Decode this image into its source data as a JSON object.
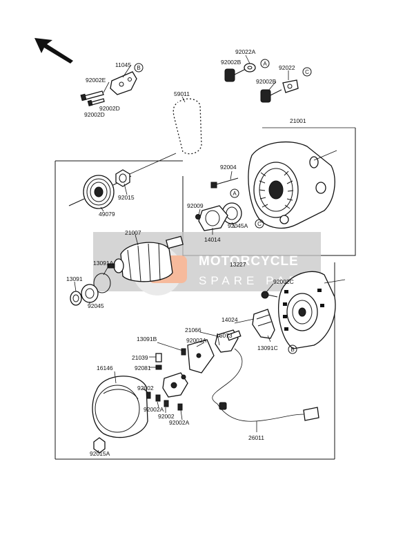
{
  "watermark": {
    "line1": "MOTORCYCLE",
    "line2": "SPARE PARTS"
  },
  "callouts": {
    "A": "A",
    "B": "B",
    "C": "C"
  },
  "parts": {
    "p11045": "11045",
    "p92002E": "92002E",
    "p92002D_a": "92002D",
    "p92002D_b": "92002D",
    "p59011": "59011",
    "p92022A": "92022A",
    "p92002B_a": "92002B",
    "p92022": "92022",
    "p92002B_b": "92002B",
    "p21001": "21001",
    "p92004": "92004",
    "p92015": "92015",
    "p49079": "49079",
    "p92009": "92009",
    "p14014": "14014",
    "p92045A": "92045A",
    "p21007": "21007",
    "p13091A": "13091A",
    "p13227": "13227",
    "p13091": "13091",
    "p92045": "92045",
    "p92002C": "92002C",
    "p14024": "14024",
    "p21066": "21066",
    "p16073": "16073",
    "p13091B": "13091B",
    "p92002A_a": "92002A",
    "p13091C": "13091C",
    "p21039": "21039",
    "p92081": "92081",
    "p16146": "16146",
    "p92002_a": "92002",
    "p92002A_b": "92002A",
    "p92002_b": "92002",
    "p92002A_c": "92002A",
    "p26011": "26011",
    "p92015A": "92015A"
  }
}
